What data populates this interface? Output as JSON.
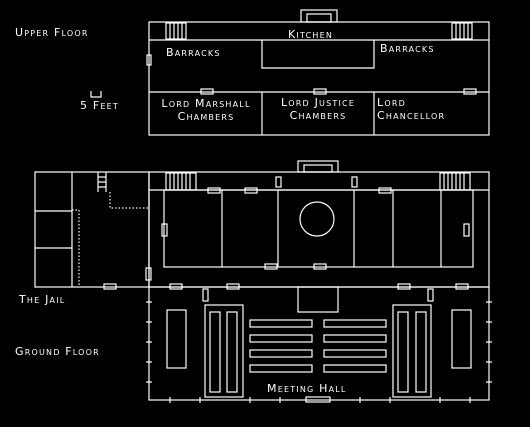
{
  "floors": {
    "upper": "Upper Floor",
    "ground": "Ground Floor"
  },
  "scale": "5 Feet",
  "rooms": {
    "kitchen": "Kitchen",
    "barracks_left": "Barracks",
    "barracks_right": "Barracks",
    "lord_marshall": [
      "Lord Marshall",
      "Chambers"
    ],
    "lord_justice": [
      "Lord Justice",
      "Chambers"
    ],
    "lord_chancellor": [
      "Lord",
      "Chancellor"
    ],
    "jail": "The Jail",
    "meeting_hall": "Meeting Hall"
  },
  "colors": {
    "background": "#000000",
    "lines": "#ffffff"
  }
}
